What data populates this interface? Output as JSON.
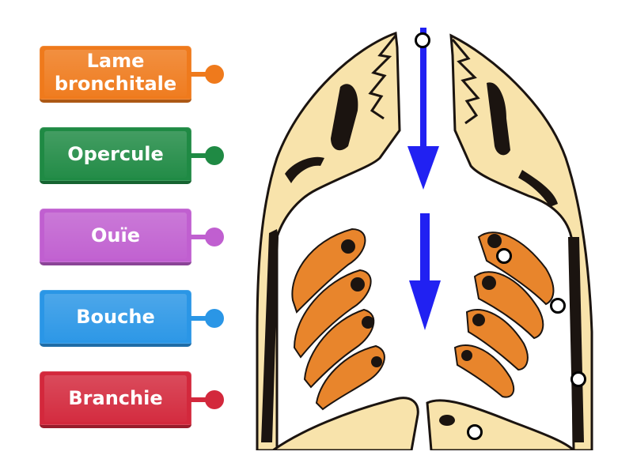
{
  "labels": [
    {
      "id": "lame",
      "text": "Lame bronchitale",
      "color": "#ef7a1c"
    },
    {
      "id": "opercule",
      "text": "Opercule",
      "color": "#1f8a44"
    },
    {
      "id": "ouie",
      "text": "Ouïe",
      "color": "#c05fd0"
    },
    {
      "id": "bouche",
      "text": "Bouche",
      "color": "#2a96e6"
    },
    {
      "id": "branchie",
      "text": "Branchie",
      "color": "#d3283c"
    }
  ],
  "diagram": {
    "fill_color": "#f8e3ab",
    "outline_color": "#1b1410",
    "gill_color": "#e8852c",
    "arrow_color": "#2121f2"
  }
}
